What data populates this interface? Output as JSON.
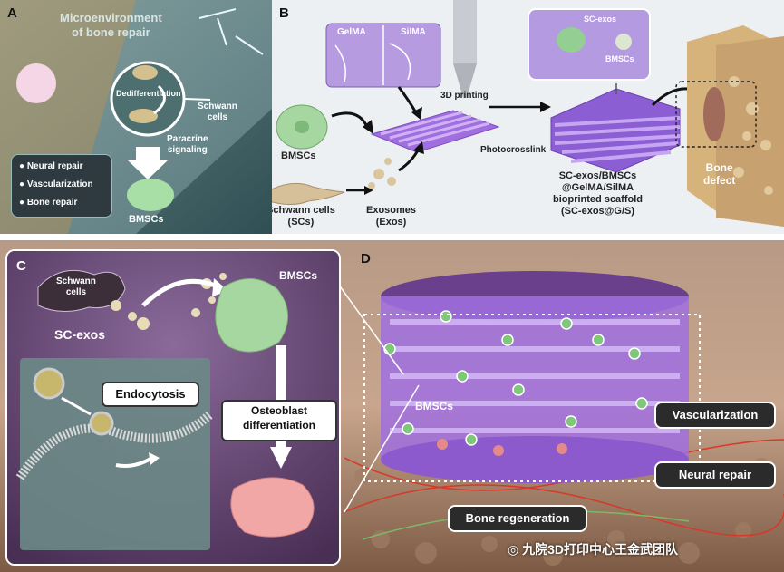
{
  "panel_a": {
    "label": "A",
    "title_line1": "Microenvironment",
    "title_line2": "of bone repair",
    "dedifferentiation": "Dedifferentiation",
    "schwann_line1": "Schwann",
    "schwann_line2": "cells",
    "paracrine_line1": "Paracrine",
    "paracrine_line2": "signaling",
    "bmscs": "BMSCs",
    "legend": [
      "Neural repair",
      "Vascularization",
      "Bone repair"
    ]
  },
  "panel_b": {
    "label": "B",
    "gelma": "GelMA",
    "silma": "SilMA",
    "printing": "3D printing",
    "bmscs": "BMSCs",
    "schwann_line1": "Schwann cells",
    "schwann_line2": "(SCs)",
    "exosomes_line1": "Exosomes",
    "exosomes_line2": "(Exos)",
    "photocrosslink": "Photocrosslink",
    "inset_exos": "SC-exos",
    "inset_bmscs": "BMSCs",
    "scaffold_lines": [
      "SC-exos/BMSCs",
      "@GelMA/SilMA",
      "bioprinted scaffold",
      "(SC-exos@G/S)"
    ],
    "bone_defect_line1": "Bone",
    "bone_defect_line2": "defect"
  },
  "panel_c": {
    "label": "C",
    "schwann_line1": "Schwann",
    "schwann_line2": "cells",
    "sc_exos": "SC-exos",
    "bmscs": "BMSCs",
    "endocytosis": "Endocytosis",
    "osteo_line1": "Osteoblast",
    "osteo_line2": "differentiation"
  },
  "panel_d": {
    "label": "D",
    "bmscs": "BMSCs",
    "vascularization": "Vascularization",
    "neural_repair": "Neural repair",
    "bone_regeneration": "Bone regeneration"
  },
  "watermark": "九院3D打印中心王金武团队",
  "colors": {
    "purple": "#9b6fd6",
    "green": "#8fcf8f",
    "pink": "#f0a0a0",
    "teal": "#4f8f8f"
  }
}
